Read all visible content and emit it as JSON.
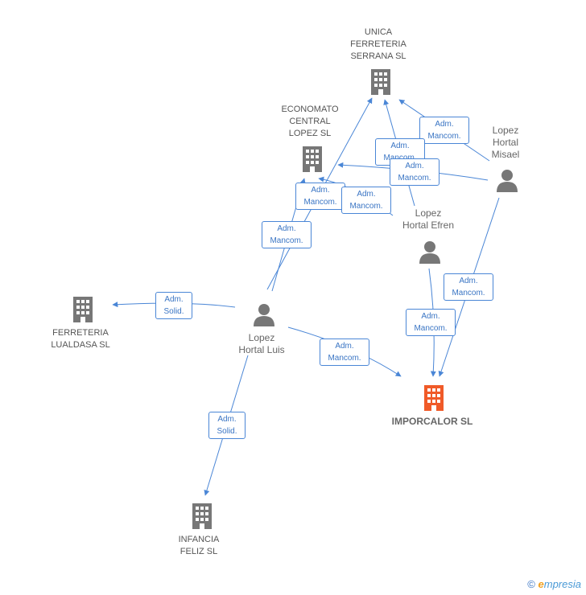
{
  "nodes": {
    "unica": {
      "label": "UNICA\nFERRETERIA\nSERRANA SL",
      "type": "company"
    },
    "economato": {
      "label": "ECONOMATO\nCENTRAL\nLOPEZ SL",
      "type": "company"
    },
    "lualdasa": {
      "label": "FERRETERIA\nLUALDASA SL",
      "type": "company"
    },
    "infancia": {
      "label": "INFANCIA\nFELIZ SL",
      "type": "company"
    },
    "imporcalor": {
      "label": "IMPORCALOR SL",
      "type": "company-focus"
    },
    "misael": {
      "label": "Lopez\nHortal\nMisael",
      "type": "person"
    },
    "efren": {
      "label": "Lopez\nHortal Efren",
      "type": "person"
    },
    "luis": {
      "label": "Lopez\nHortal Luis",
      "type": "person"
    }
  },
  "edge_labels": {
    "e1": "Adm.\nMancom.",
    "e2": "Adm.\nMancom.",
    "e3": "Adm.\nMancom.",
    "e4": "Adm.\nMancom.",
    "e5": "Adm.\nMancom.",
    "e6": "Adm.\nMancom.",
    "e7": "Adm.\nSolid.",
    "e8": "Adm.\nMancom.",
    "e9": "Adm.\nMancom.",
    "e10": "Adm.\nMancom.",
    "e11": "Adm.\nSolid."
  },
  "colors": {
    "edge": "#4a86d6",
    "company_icon": "#777777",
    "focus_icon": "#f05a28",
    "person_icon": "#777777"
  },
  "footer": {
    "copyright": "©",
    "brand_initial": "e",
    "brand_rest": "mpresia"
  }
}
